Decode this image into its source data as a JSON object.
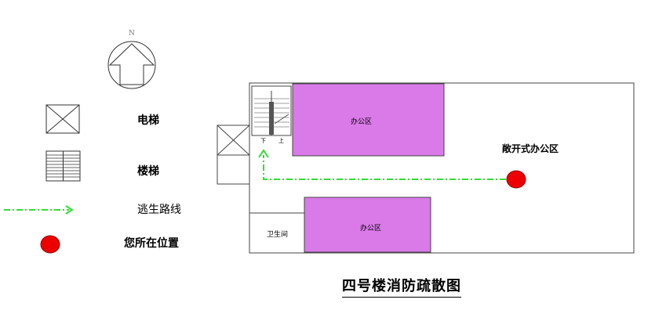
{
  "compass": {
    "label": "N"
  },
  "legend": {
    "elevator": "电梯",
    "stairs": "楼梯",
    "route": "逃生路线",
    "location": "您所在位置"
  },
  "plan": {
    "office_top": "办公区",
    "office_bottom": "办公区",
    "open_office": "敞开式办公区",
    "restroom": "卫生间",
    "stair_mark_left": "下",
    "stair_mark_right": "上"
  },
  "title": "四号楼消防疏散图",
  "colors": {
    "office_fill": "#d97ae8",
    "route": "#33dd33",
    "marker": "#ee0000",
    "line": "#444444"
  }
}
